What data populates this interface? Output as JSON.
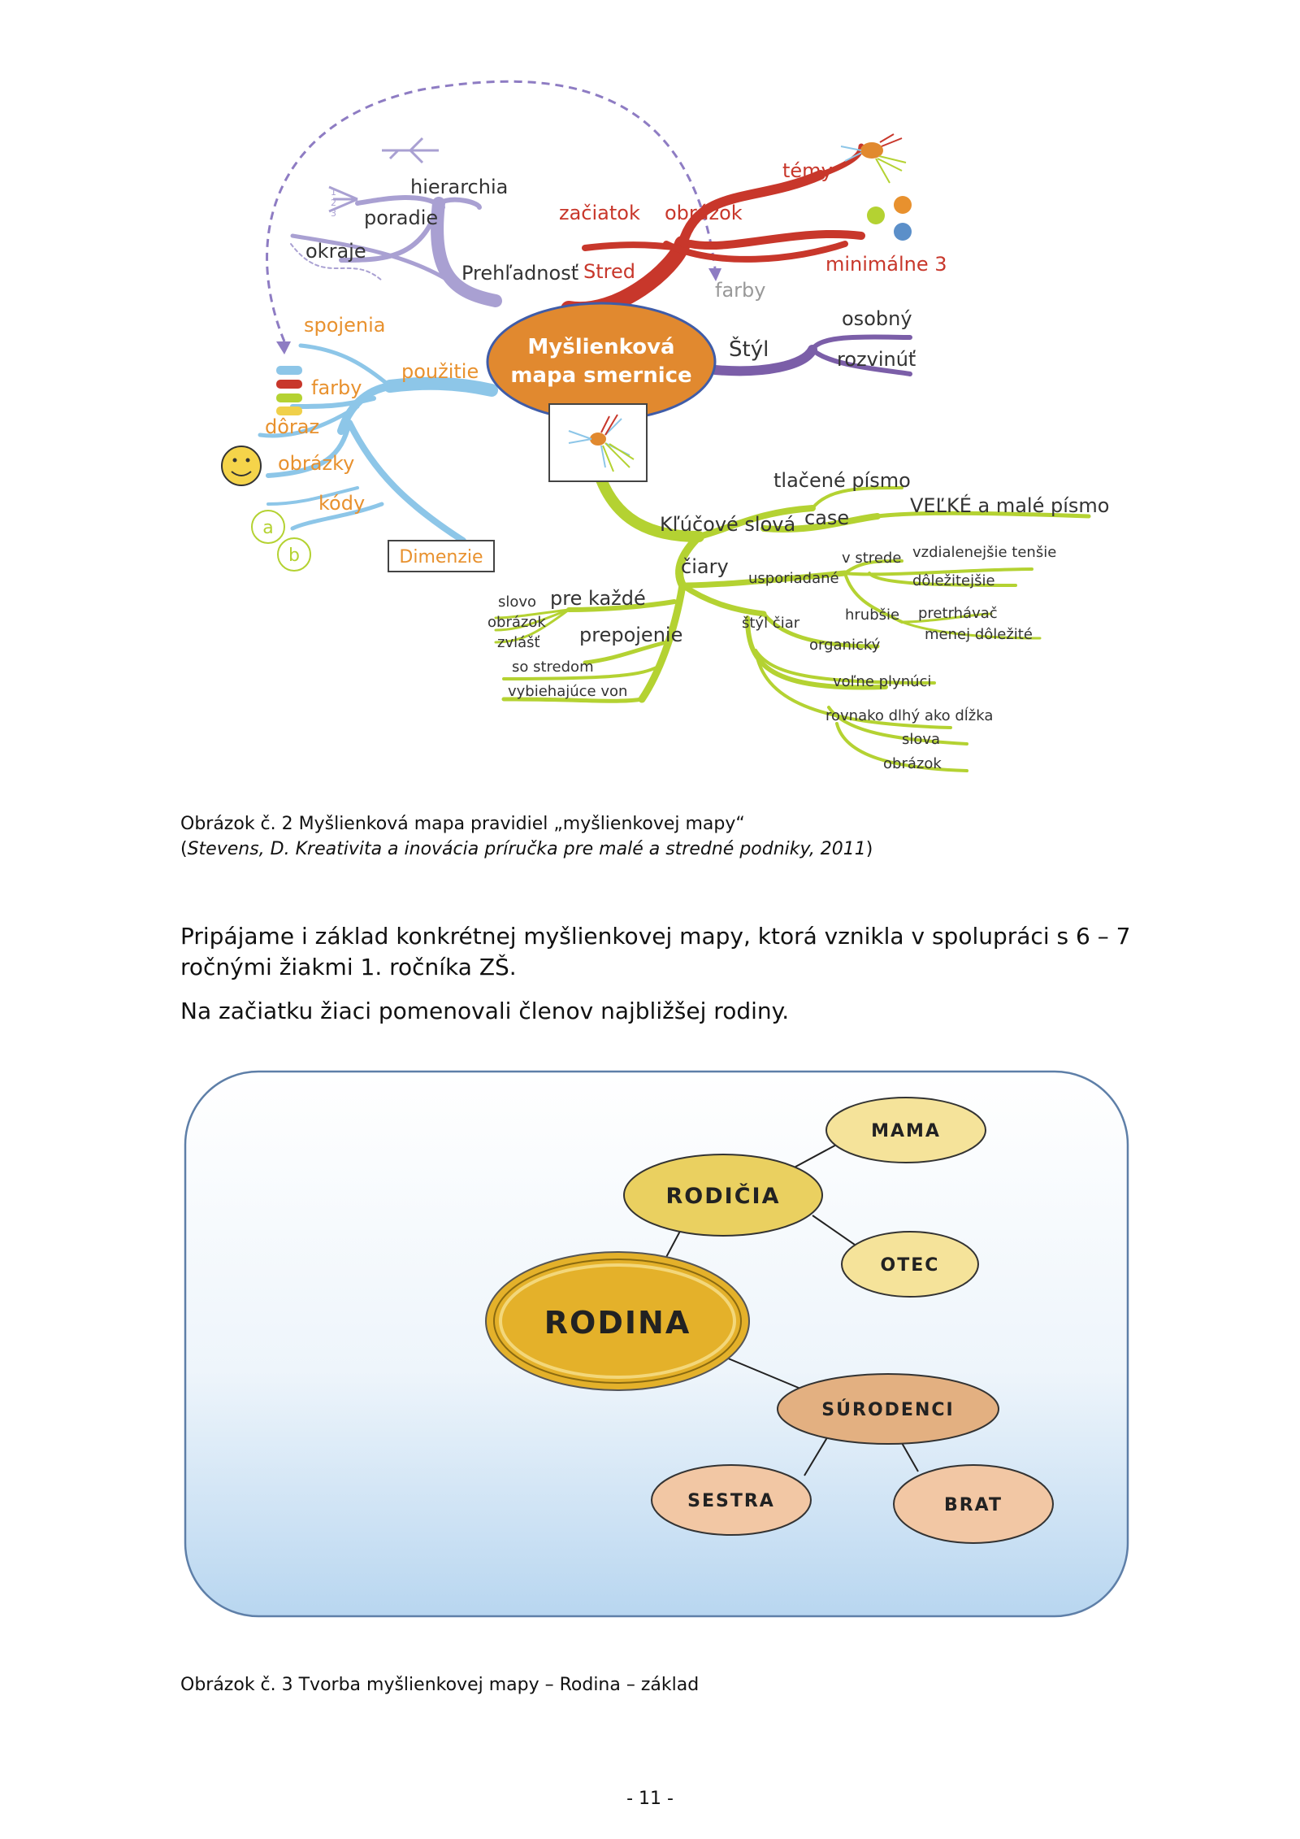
{
  "mindmap1": {
    "center": [
      "Myšlienková",
      "mapa smernice"
    ],
    "branches": {
      "prehladnost": {
        "label": "Prehľadnosť",
        "items": [
          "hierarchia",
          "poradie",
          "okraje"
        ],
        "numbers": [
          "1",
          "2",
          "3"
        ]
      },
      "stred": {
        "label": "Stred",
        "items": [
          "začiatok",
          "obrázok",
          "témy",
          "minimálne 3",
          "farby"
        ]
      },
      "styl": {
        "label": "Štýl",
        "items": [
          "osobný",
          "rozvinúť"
        ]
      },
      "pouzitie": {
        "label": "použitie",
        "items": [
          "spojenia",
          "farby",
          "dôraz",
          "obrázky",
          "kódy",
          "a",
          "b"
        ],
        "box": "Dimenzie"
      },
      "klucove": {
        "label": "Kľúčové slová",
        "items": [
          "tlačené písmo",
          "case",
          "VEĽKÉ a malé písmo"
        ]
      },
      "ciary": {
        "label": "čiary",
        "items": [
          "pre každé",
          "slovo",
          "obrázok",
          "zvlášť",
          "prepojenie",
          "so stredom",
          "vybiehajúce von",
          "usporiadané",
          "v strede",
          "vzdialenejšie tenšie",
          "dôležitejšie",
          "štýl čiar",
          "hrubšie",
          "pretrhávač",
          "menej dôležité",
          "organický",
          "voľne plynúci",
          "rovnako dlhý ako dĺžka",
          "slova",
          "obrázok"
        ]
      }
    },
    "colors": {
      "center": "#E1892F",
      "red": "#C8372B",
      "purple": "#9A8FC8",
      "violet": "#7B5EA8",
      "blue": "#8DC6E8",
      "green": "#B4D232",
      "orange_text": "#E8912E"
    }
  },
  "caption1": {
    "line1": "Obrázok č. 2 Myšlienková mapa pravidiel „myšlienkovej mapy“",
    "line2_open": "(",
    "line2_italic": "Stevens, D. Kreativita a inovácia príručka pre malé a stredné podniky, 2011",
    "line2_close": ")"
  },
  "paragraph1": "Pripájame i základ konkrétnej myšlienkovej mapy, ktorá vznikla v spolupráci s 6 – 7 ročnými žiakmi 1. ročníka ZŠ.",
  "paragraph2": "Na začiatku žiaci pomenovali členov najbližšej rodiny.",
  "family_map": {
    "center": "RODINA",
    "parents": "RODIČIA",
    "mother": "MAMA",
    "father": "OTEC",
    "siblings": "SÚRODENCI",
    "sister": "SESTRA",
    "brother": "BRAT"
  },
  "caption2": "Obrázok č. 3 Tvorba myšlienkovej mapy – Rodina – základ",
  "page_number": "- 11 -"
}
